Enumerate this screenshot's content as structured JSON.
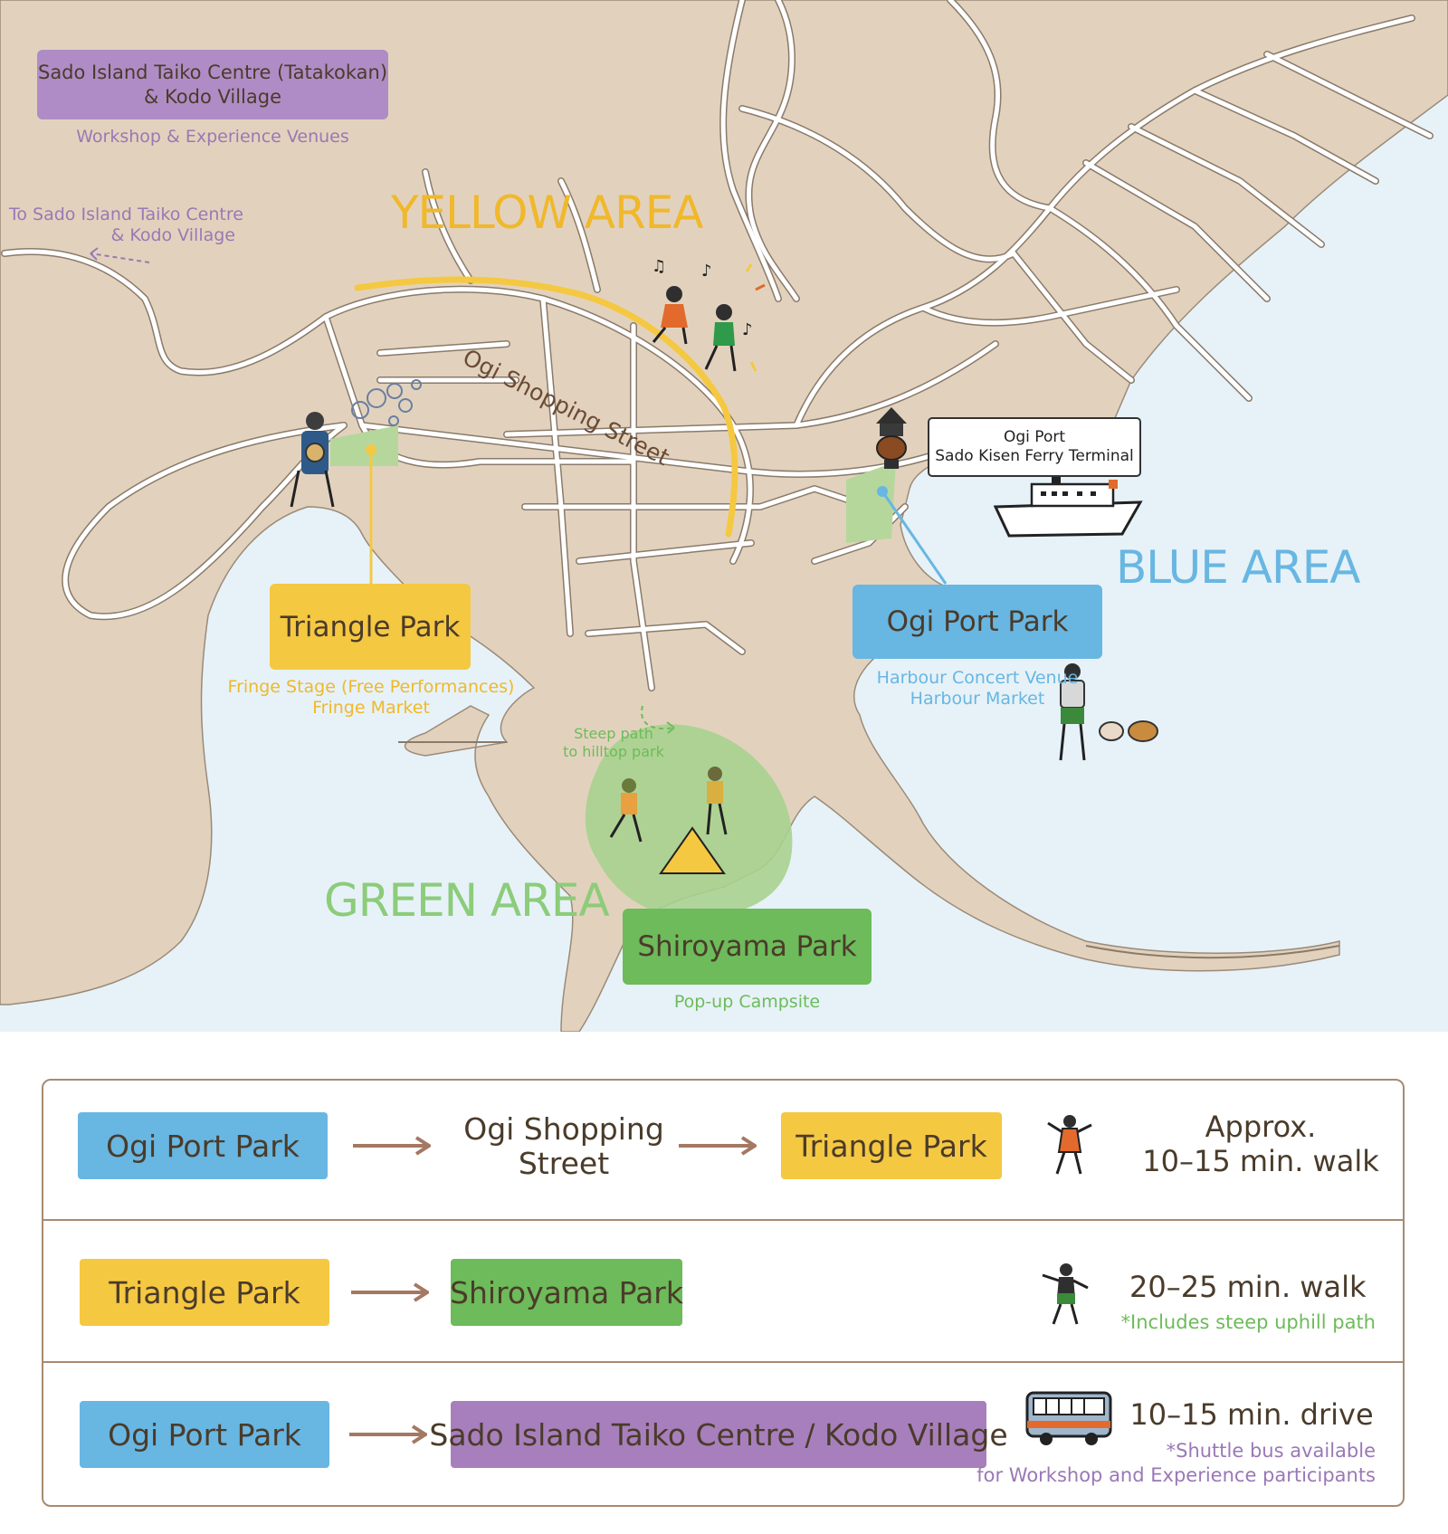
{
  "colors": {
    "land": "#e2d2bd",
    "sea": "#e6f2f8",
    "road": "#ffffff",
    "road_edge": "#8a7a6a",
    "yellow": "#f5c842",
    "yellow_text": "#f0b82a",
    "green": "#6dbb5a",
    "green_park": "#b6d79c",
    "blue": "#68b6e2",
    "purple": "#a77fbc",
    "purple_text": "#9a78b5",
    "brown_arrow": "#a47862"
  },
  "map": {
    "venue_box": {
      "title_line1": "Sado Island Taiko Centre (Tatakokan)",
      "title_line2": "& Kodo Village",
      "subtitle": "Workshop & Experience Venues"
    },
    "to_venue": {
      "line1": "To Sado Island Taiko Centre",
      "line2": "& Kodo Village"
    },
    "areas": {
      "yellow": "YELLOW AREA",
      "blue": "BLUE AREA",
      "green": "GREEN AREA"
    },
    "street_label": "Ogi Shopping Street",
    "ferry_callout": {
      "line1": "Ogi Port",
      "line2": "Sado Kisen Ferry Terminal"
    },
    "triangle": {
      "name": "Triangle Park",
      "sub1": "Fringe Stage (Free Performances)",
      "sub2": "Fringe Market"
    },
    "ogi": {
      "name": "Ogi Port Park",
      "sub1": "Harbour Concert Venue",
      "sub2": "Harbour Market"
    },
    "steep": {
      "line1": "Steep path",
      "line2": "to hilltop park"
    },
    "shiroyama": {
      "name": "Shiroyama Park",
      "sub": "Pop-up Campsite"
    }
  },
  "routes": [
    {
      "from": "Ogi Port Park",
      "via_line1": "Ogi Shopping",
      "via_line2": "Street",
      "to": "Triangle Park",
      "time_line1": "Approx.",
      "time_line2": "10–15 min. walk",
      "icon": "walking-person-icon"
    },
    {
      "from": "Triangle Park",
      "to": "Shiroyama Park",
      "time_line1": "20–25 min. walk",
      "note1": "*Includes steep uphill path",
      "icon": "walking-person-icon"
    },
    {
      "from": "Ogi Port Park",
      "to": "Sado Island Taiko Centre / Kodo Village",
      "time_line1": "10–15 min. drive",
      "note1": "*Shuttle bus available",
      "note2": "for Workshop and Experience participants",
      "icon": "shuttle-bus-icon"
    }
  ]
}
